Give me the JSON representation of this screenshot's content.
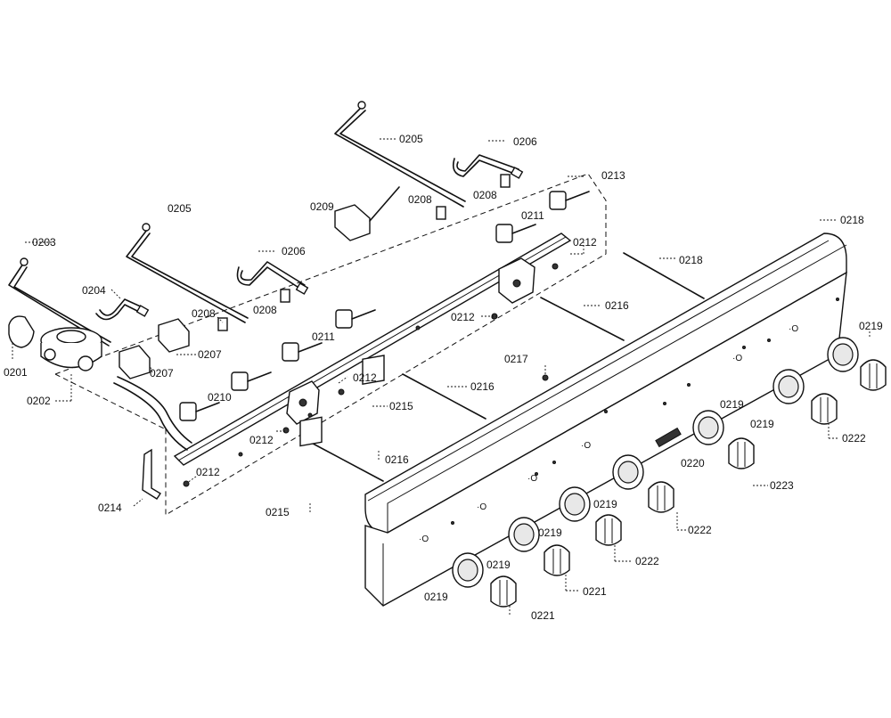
{
  "labels": [
    {
      "id": "l0203",
      "text": "0203"
    },
    {
      "id": "l0201",
      "text": "0201"
    },
    {
      "id": "l0202",
      "text": "0202"
    },
    {
      "id": "l0204",
      "text": "0204"
    },
    {
      "id": "l0205a",
      "text": "0205"
    },
    {
      "id": "l0205b",
      "text": "0205"
    },
    {
      "id": "l0206a",
      "text": "0206"
    },
    {
      "id": "l0206b",
      "text": "0206"
    },
    {
      "id": "l0207a",
      "text": "0207"
    },
    {
      "id": "l0207b",
      "text": "0207"
    },
    {
      "id": "l0208a",
      "text": "0208"
    },
    {
      "id": "l0208b",
      "text": "0208"
    },
    {
      "id": "l0208c",
      "text": "0208"
    },
    {
      "id": "l0208d",
      "text": "0208"
    },
    {
      "id": "l0209",
      "text": "0209"
    },
    {
      "id": "l0210",
      "text": "0210"
    },
    {
      "id": "l0211a",
      "text": "0211"
    },
    {
      "id": "l0211b",
      "text": "0211"
    },
    {
      "id": "l0212a",
      "text": "0212"
    },
    {
      "id": "l0212b",
      "text": "0212"
    },
    {
      "id": "l0212c",
      "text": "0212"
    },
    {
      "id": "l0212d",
      "text": "0212"
    },
    {
      "id": "l0212e",
      "text": "0212"
    },
    {
      "id": "l0213",
      "text": "0213"
    },
    {
      "id": "l0214",
      "text": "0214"
    },
    {
      "id": "l0215a",
      "text": "0215"
    },
    {
      "id": "l0215b",
      "text": "0215"
    },
    {
      "id": "l0216a",
      "text": "0216"
    },
    {
      "id": "l0216b",
      "text": "0216"
    },
    {
      "id": "l0216c",
      "text": "0216"
    },
    {
      "id": "l0217",
      "text": "0217"
    },
    {
      "id": "l0218a",
      "text": "0218"
    },
    {
      "id": "l0218b",
      "text": "0218"
    },
    {
      "id": "l0219a",
      "text": "0219"
    },
    {
      "id": "l0219b",
      "text": "0219"
    },
    {
      "id": "l0219c",
      "text": "0219"
    },
    {
      "id": "l0219d",
      "text": "0219"
    },
    {
      "id": "l0219e",
      "text": "0219"
    },
    {
      "id": "l0219f",
      "text": "0219"
    },
    {
      "id": "l0219g",
      "text": "0219"
    },
    {
      "id": "l0220",
      "text": "0220"
    },
    {
      "id": "l0221a",
      "text": "0221"
    },
    {
      "id": "l0221b",
      "text": "0221"
    },
    {
      "id": "l0222a",
      "text": "0222"
    },
    {
      "id": "l0222b",
      "text": "0222"
    },
    {
      "id": "l0222c",
      "text": "0222"
    },
    {
      "id": "l0223",
      "text": "0223"
    }
  ]
}
